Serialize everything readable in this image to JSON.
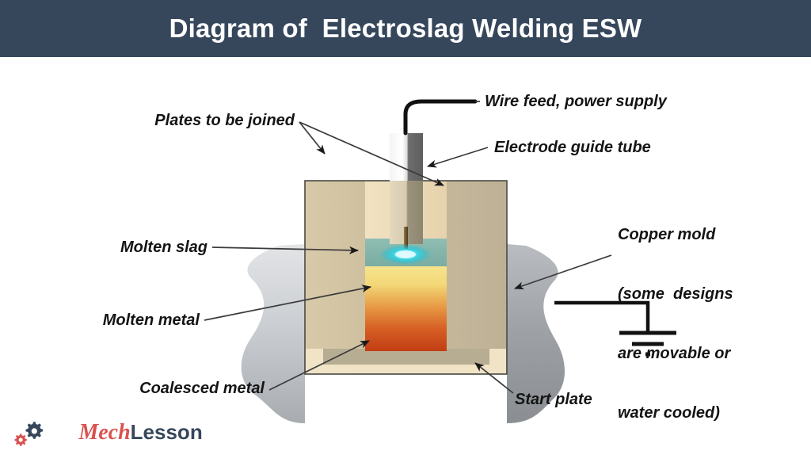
{
  "header": {
    "title": "Diagram of  Electroslag Welding ESW",
    "background_color": "#36475c",
    "text_color": "#ffffff"
  },
  "diagram": {
    "labels": {
      "plates_to_be_joined": "Plates to be joined",
      "molten_slag": "Molten slag",
      "molten_metal": "Molten metal",
      "coalesced_metal": "Coalesced metal",
      "wire_feed_power_supply": "Wire feed, power supply",
      "electrode_guide_tube": "Electrode guide tube",
      "copper_mold_line1": "Copper mold",
      "copper_mold_line2": "(some  designs",
      "copper_mold_line3": "are movable or",
      "copper_mold_line4": "water cooled)",
      "start_plate": "Start plate"
    },
    "colors": {
      "mold_fill": "#c9bb9b",
      "mold_inner_light": "#efdfbe",
      "mold_outline": "#4a4a44",
      "plate_gray_light": "#d5d7da",
      "plate_gray_dark": "#8d9195",
      "slag_teal": "#84b5ab",
      "arc_cyan": "#1fd8e8",
      "molten_top_yellow": "#f5e07f",
      "molten_mid_orange": "#e8913f",
      "molten_bottom_red": "#c8421a",
      "start_plate_cream": "#f0e3c6",
      "wire_black": "#111111",
      "leader_line": "#3b3b3b"
    }
  },
  "logo": {
    "mech": "Mech",
    "lesson": "Lesson",
    "gear_dark_color": "#36475c",
    "gear_red_color": "#d9534f"
  }
}
